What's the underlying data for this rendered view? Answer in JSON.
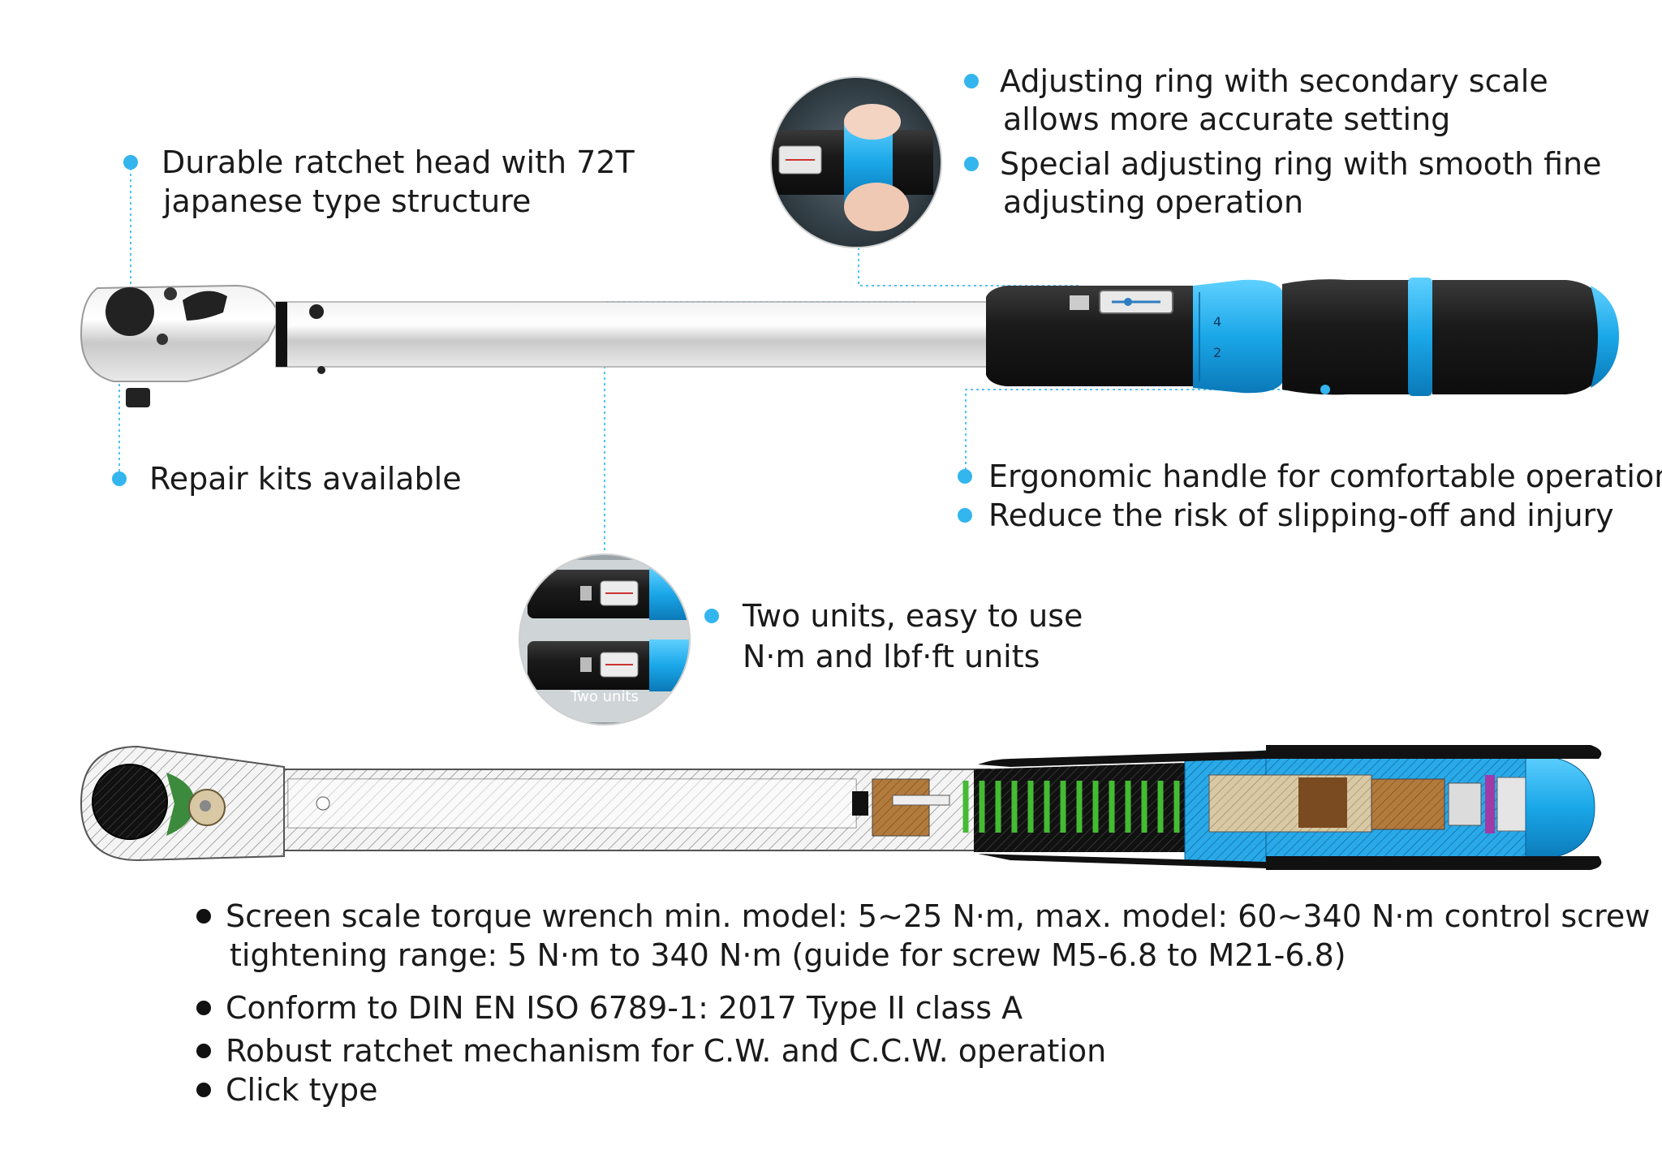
{
  "features": {
    "ratchet_head": {
      "line1": "Durable ratchet head with 72T",
      "line2": "japanese type structure"
    },
    "repair_kits": {
      "line1": "Repair kits available"
    },
    "adjusting_ring": {
      "line1": "Adjusting ring with secondary scale",
      "line2": "allows more accurate setting"
    },
    "special_ring": {
      "line1": "Special adjusting ring with smooth fine",
      "line2": "adjusting operation"
    },
    "ergonomic": {
      "line1": "Ergonomic handle for comfortable operation"
    },
    "slip": {
      "line1": "Reduce the risk of slipping-off and injury"
    },
    "two_units": {
      "line1": "Two units, easy to use",
      "line2": "N·m and lbf·ft units",
      "inset_caption": "Two units"
    }
  },
  "specs": [
    {
      "line1": "Screen scale torque wrench min. model: 5∼25 N·m, max. model: 60∼340 N·m control screw",
      "line2": "tightening range: 5 N·m to 340 N·m (guide for screw M5-6.8 to M21-6.8)"
    },
    {
      "line1": "Conform to DIN EN ISO 6789-1: 2017 Type II class A"
    },
    {
      "line1": "Robust ratchet mechanism for C.W. and C.C.W. operation"
    },
    {
      "line1": "Click type"
    }
  ],
  "colors": {
    "accent": "#33b5ee",
    "handle_black": "#1c1c1c",
    "chrome": "#d8d8d8"
  }
}
